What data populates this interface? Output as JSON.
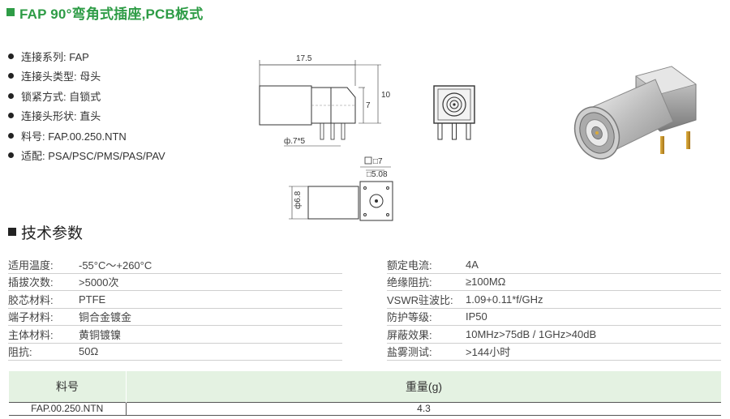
{
  "title": "FAP 90°弯角式插座,PCB板式",
  "features": [
    "连接系列: FAP",
    "连接头类型: 母头",
    "锁紧方式: 自锁式",
    "连接头形状: 直头",
    "料号: FAP.00.250.NTN",
    "适配: PSA/PSC/PMS/PAS/PAV"
  ],
  "drawing": {
    "dim_length": "17.5",
    "dim_7": "7",
    "dim_10": "10",
    "dim_pin": "ф.7*5",
    "dim_sq7": "□7",
    "dim_sq508": "□5.08",
    "dim_dia": "ф6.8"
  },
  "section_title": "技术参数",
  "specs_left": [
    {
      "label": "适用温度:",
      "value": "-55°C～+260°C"
    },
    {
      "label": "插拔次数:",
      "value": ">5000次"
    },
    {
      "label": "胶芯材料:",
      "value": "PTFE"
    },
    {
      "label": "端子材料:",
      "value": "铜合金镀金"
    },
    {
      "label": "主体材料:",
      "value": "黄铜镀镍"
    },
    {
      "label": "阻抗:",
      "value": "50Ω"
    }
  ],
  "specs_right": [
    {
      "label": "额定电流:",
      "value": "4A"
    },
    {
      "label": "绝缘阻抗:",
      "value": "≥100MΩ"
    },
    {
      "label": "VSWR驻波比:",
      "value": "1.09+0.11*f/GHz"
    },
    {
      "label": "防护等级:",
      "value": "IP50"
    },
    {
      "label": "屏蔽效果:",
      "value": "10MHz>75dB / 1GHz>40dB"
    },
    {
      "label": "盐雾测试:",
      "value": ">144小时"
    }
  ],
  "table": {
    "headers": [
      "料号",
      "重量(g)"
    ],
    "rows": [
      [
        "FAP.00.250.NTN",
        "4.3"
      ]
    ]
  },
  "colors": {
    "accent": "#2e9c46",
    "table_header_bg": "#e4f2e2"
  }
}
